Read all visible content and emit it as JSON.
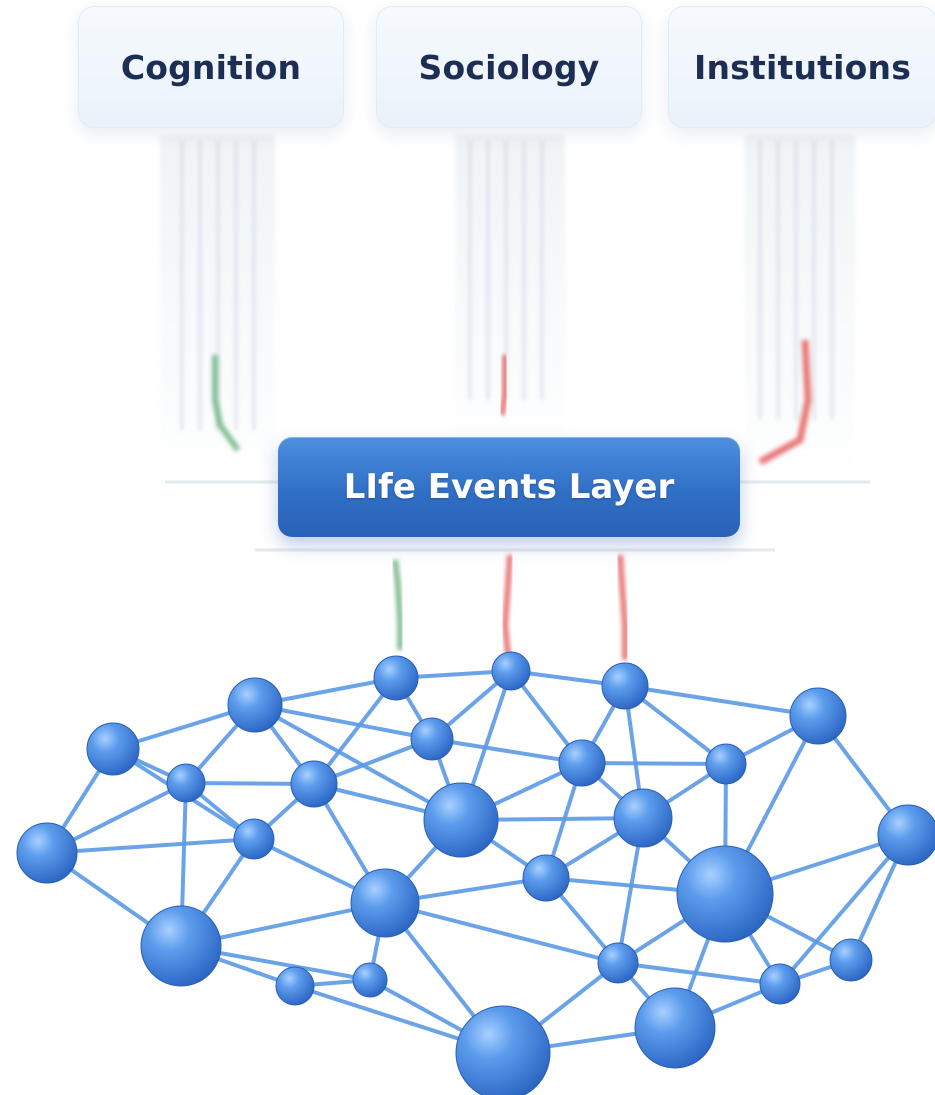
{
  "categories": [
    {
      "label": "Cognition"
    },
    {
      "label": "Sociology"
    },
    {
      "label": "Institutions"
    }
  ],
  "layer": {
    "label": "LIfe Events Layer"
  },
  "colors": {
    "box_fill": "#eef5fb",
    "box_text": "#1d2e55",
    "layer_fill": "#3a7bd5",
    "layer_text": "#ffffff",
    "node": "#3d86e0",
    "edge": "#5b9ae6",
    "signal_green": "#66b07a",
    "signal_red": "#e45a5a"
  }
}
